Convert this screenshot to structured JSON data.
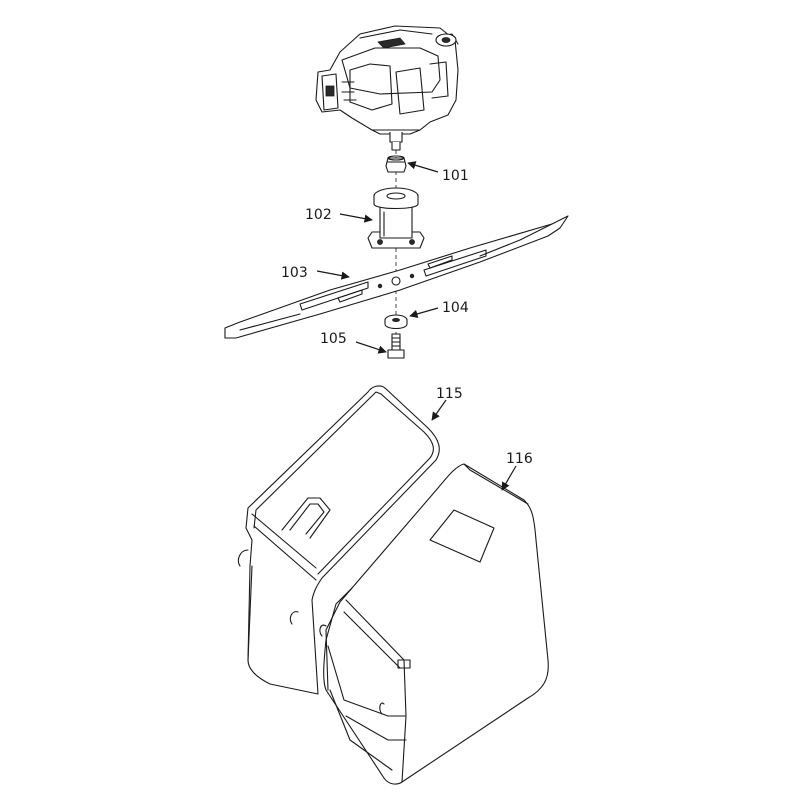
{
  "callouts": [
    {
      "id": "101",
      "text": "101"
    },
    {
      "id": "102",
      "text": "102"
    },
    {
      "id": "103",
      "text": "103"
    },
    {
      "id": "104",
      "text": "104"
    },
    {
      "id": "105",
      "text": "105"
    },
    {
      "id": "115",
      "text": "115"
    },
    {
      "id": "116",
      "text": "116"
    }
  ],
  "colors": {
    "ink": "#1a1a1a",
    "paper": "#ffffff"
  }
}
